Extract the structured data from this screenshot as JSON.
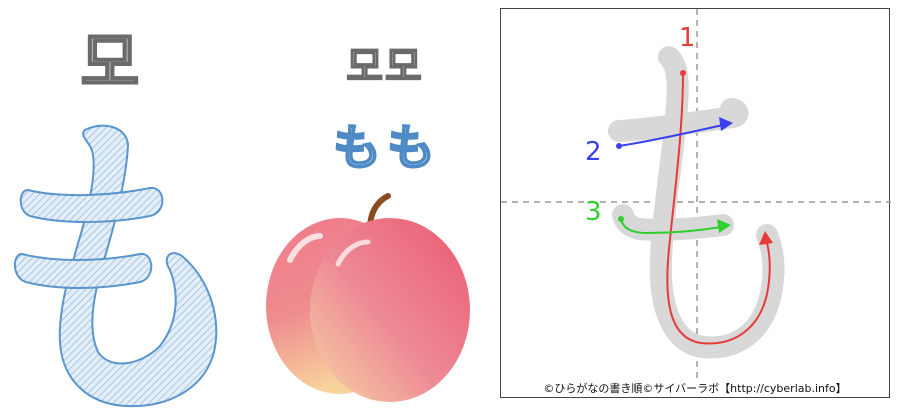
{
  "korean": {
    "large": "모",
    "small": "모모"
  },
  "hiragana": {
    "large": "も",
    "small": "もも"
  },
  "stroke_panel": {
    "stroke_numbers": [
      "1",
      "2",
      "3"
    ],
    "stroke_colors": [
      "#e53b3b",
      "#3a3ff0",
      "#2fcf2f"
    ],
    "copyright": "©ひらがなの書き順©サイバーラボ【http://cyberlab.info】"
  },
  "colors": {
    "hatch_fill": "#d8e8f6",
    "hatch_outline": "#4d8ac6",
    "korean_fill": "#b4b4b4",
    "korean_outline": "#6a6a6a",
    "peach_main": "#ec6c7d",
    "peach_highlight": "#f6cf9a",
    "stem": "#8b4a1f"
  },
  "icons": [
    "peach-illustration"
  ]
}
